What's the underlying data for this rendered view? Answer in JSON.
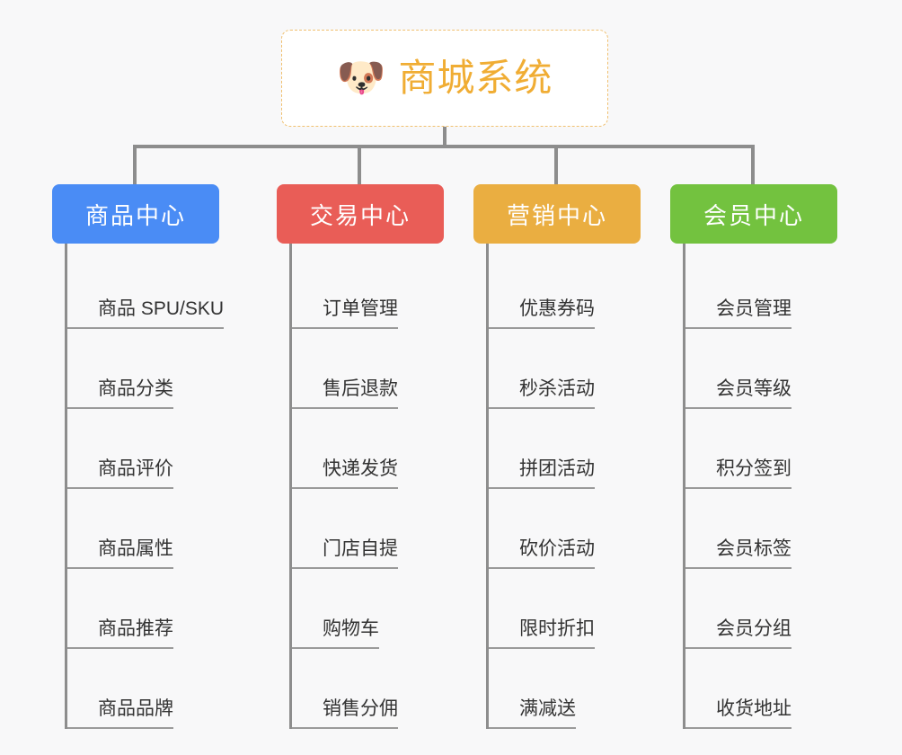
{
  "root": {
    "icon": "dog-face-emoji",
    "emoji": "🐶",
    "title": "商城系统",
    "title_color": "#f0ad34",
    "border_color": "#f0c070"
  },
  "connector_color": "#8d8d8d",
  "background_color": "#f8f8f9",
  "columns": [
    {
      "id": "product-center",
      "label": "商品中心",
      "color": "#4a8cf5",
      "items": [
        "商品 SPU/SKU",
        "商品分类",
        "商品评价",
        "商品属性",
        "商品推荐",
        "商品品牌"
      ]
    },
    {
      "id": "trade-center",
      "label": "交易中心",
      "color": "#e95d57",
      "items": [
        "订单管理",
        "售后退款",
        "快递发货",
        "门店自提",
        "购物车",
        "销售分佣"
      ]
    },
    {
      "id": "marketing-center",
      "label": "营销中心",
      "color": "#eaae41",
      "items": [
        "优惠券码",
        "秒杀活动",
        "拼团活动",
        "砍价活动",
        "限时折扣",
        "满减送"
      ]
    },
    {
      "id": "member-center",
      "label": "会员中心",
      "color": "#73c23f",
      "items": [
        "会员管理",
        "会员等级",
        "积分签到",
        "会员标签",
        "会员分组",
        "收货地址"
      ]
    }
  ]
}
